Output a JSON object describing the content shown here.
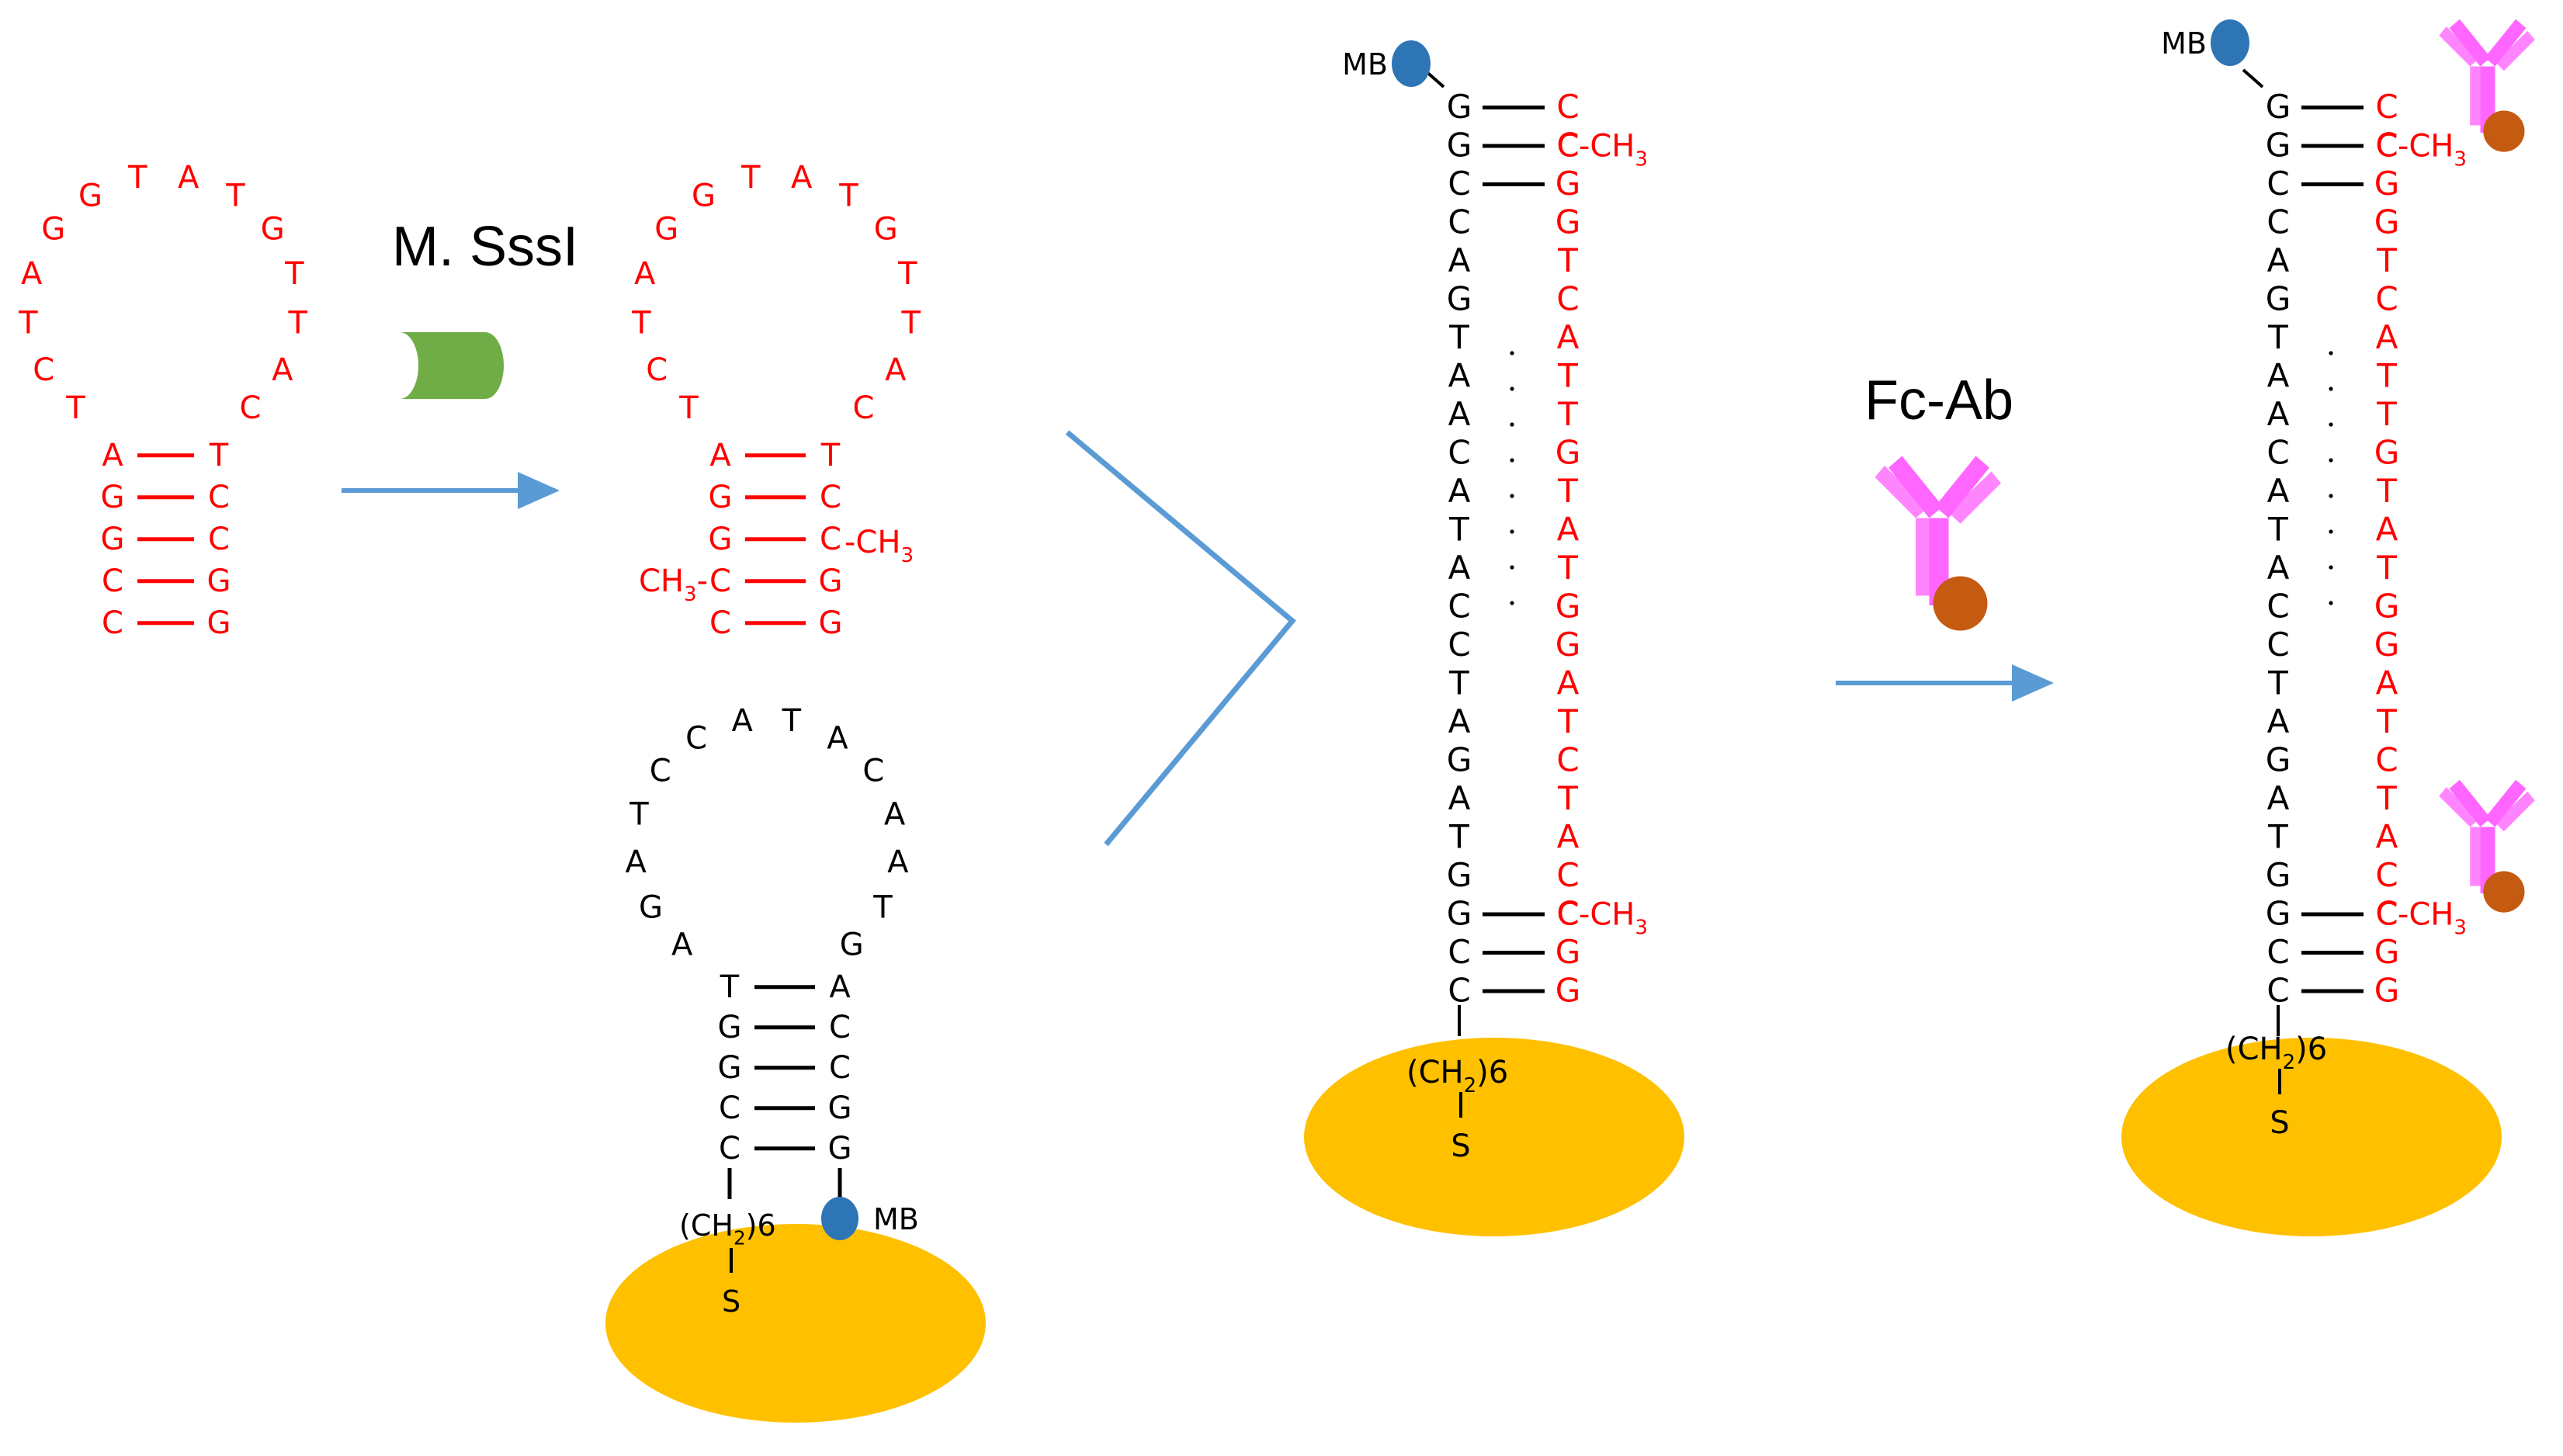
{
  "diagram": {
    "colors": {
      "probe_strand": "#ff0000",
      "capture_strand": "#000000",
      "arrow": "#5b9bd5",
      "enzyme": "#70ad47",
      "methylene_blue": "#2e75b6",
      "electrode": "#ffc000",
      "antibody": "#ff66ff",
      "ferrocene": "#c55a11"
    },
    "labels": {
      "enzyme": "M. SssI",
      "antibody": "Fc-Ab",
      "redox_tag": "MB",
      "linker_prefix": "(CH",
      "linker_sub": "2",
      "linker_suffix": ")6",
      "thiol": "S",
      "methyl_dash": "-",
      "methyl_c": "CH",
      "methyl_sub": "3",
      "c_methyl_prefix": "C-CH",
      "methyl_left": "CH",
      "methyl_left_tail": "-C"
    },
    "probe_hairpin": {
      "loop": [
        "T",
        "C",
        "T",
        "A",
        "G",
        "G",
        "T",
        "A",
        "T",
        "G",
        "T",
        "T",
        "A",
        "C"
      ],
      "stem_left": [
        "A",
        "G",
        "G",
        "C",
        "C"
      ],
      "stem_right": [
        "T",
        "C",
        "C",
        "G",
        "G"
      ]
    },
    "capture_hairpin": {
      "loop": [
        "A",
        "G",
        "A",
        "T",
        "C",
        "C",
        "A",
        "T",
        "A",
        "C",
        "A",
        "A",
        "T",
        "G"
      ],
      "stem_left": [
        "T",
        "G",
        "G",
        "C",
        "C"
      ],
      "stem_right": [
        "A",
        "C",
        "C",
        "G",
        "G"
      ]
    },
    "capture_linear": [
      "G",
      "G",
      "C",
      "C",
      "A",
      "G",
      "T",
      "A",
      "A",
      "C",
      "A",
      "T",
      "A",
      "C",
      "C",
      "T",
      "A",
      "G",
      "A",
      "T",
      "G",
      "G",
      "C",
      "C"
    ],
    "probe_linear": [
      "C",
      "C",
      "G",
      "G",
      "T",
      "C",
      "A",
      "T",
      "T",
      "G",
      "T",
      "A",
      "T",
      "G",
      "G",
      "A",
      "T",
      "C",
      "T",
      "A",
      "C",
      "C",
      "G",
      "G"
    ]
  }
}
